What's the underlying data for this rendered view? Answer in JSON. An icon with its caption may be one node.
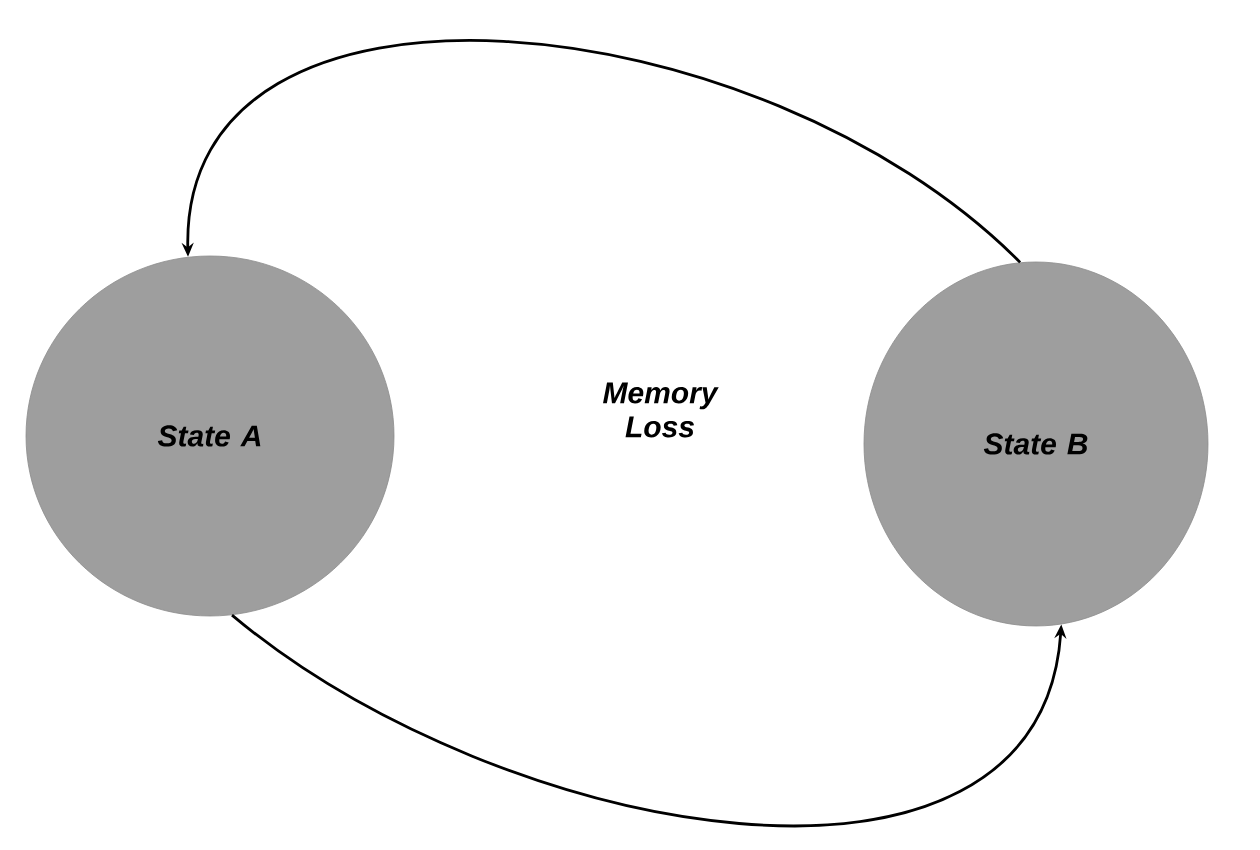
{
  "diagram": {
    "nodes": [
      {
        "text": [
          "State A"
        ]
      },
      {
        "text": [
          "State B"
        ]
      }
    ],
    "edges": [
      {
        "from": 1,
        "to": 0,
        "arrow": "to"
      },
      {
        "from": 0,
        "to": 1,
        "arrow": "to"
      }
    ],
    "labels": [
      "Memory Loss"
    ]
  }
}
